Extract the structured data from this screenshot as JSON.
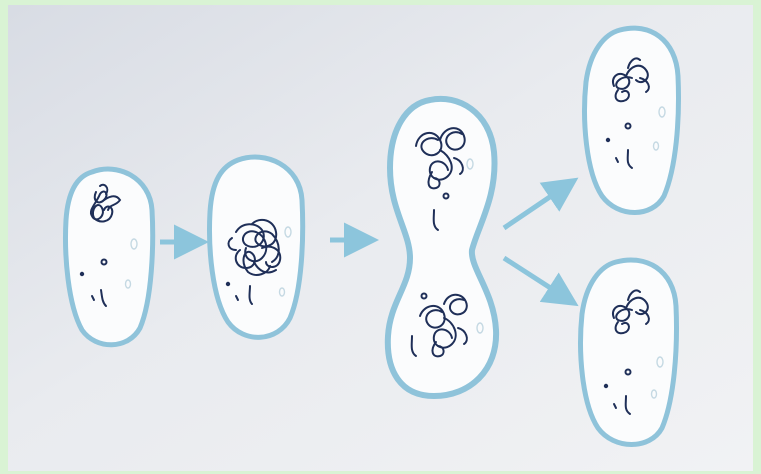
{
  "figure": {
    "stages": [
      {
        "id": "stage-1",
        "name": "single-cell"
      },
      {
        "id": "stage-2",
        "name": "dna-replicating"
      },
      {
        "id": "stage-3",
        "name": "dividing-cell"
      },
      {
        "id": "stage-4a",
        "name": "daughter-cell-top"
      },
      {
        "id": "stage-4b",
        "name": "daughter-cell-bottom"
      }
    ],
    "colors": {
      "frame": "#d9f3d4",
      "background": "#e6e9ee",
      "cell_fill": "#fbfcfd",
      "cell_wall": "#8fc3da",
      "dna": "#1f2f58",
      "arrow": "#8cc5dc"
    }
  }
}
